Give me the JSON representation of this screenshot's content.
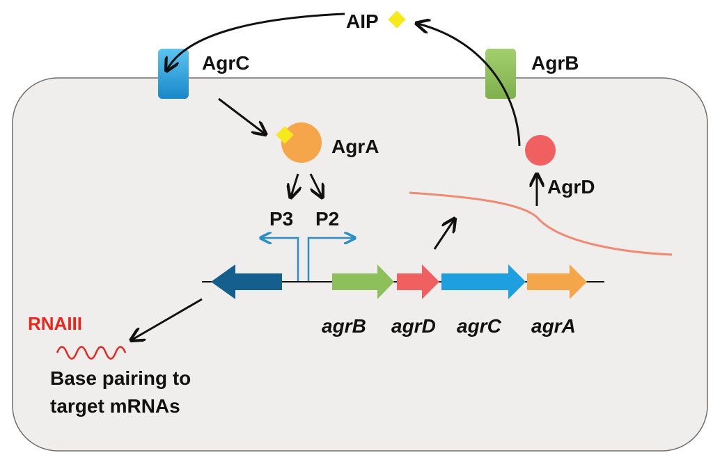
{
  "labels": {
    "aip": "AIP",
    "agrc": "AgrC",
    "agrb": "AgrB",
    "agra": "AgrA",
    "agrd_protein": "AgrD",
    "p3": "P3",
    "p2": "P2",
    "rnaiii": "RNAIII",
    "base_pairing_line1": "Base pairing to",
    "base_pairing_line2": "target mRNAs"
  },
  "genes": {
    "agrB": "agrB",
    "agrD": "agrD",
    "agrC": "agrC",
    "agrA": "agrA"
  },
  "colors": {
    "cell_fill": "#efeeec",
    "cell_stroke": "#6f6f6f",
    "agrc_blue": "#1e9fdf",
    "agrb_green": "#8dbf5a",
    "agra_orange": "#f5a64a",
    "agrd_red": "#f06060",
    "aip_yellow": "#f6ea1c",
    "rnaiii_red": "#e8261e",
    "dark_blue": "#155f8f",
    "promoter_blue": "#2a8fc8",
    "mrna_salmon": "#f08a70"
  }
}
